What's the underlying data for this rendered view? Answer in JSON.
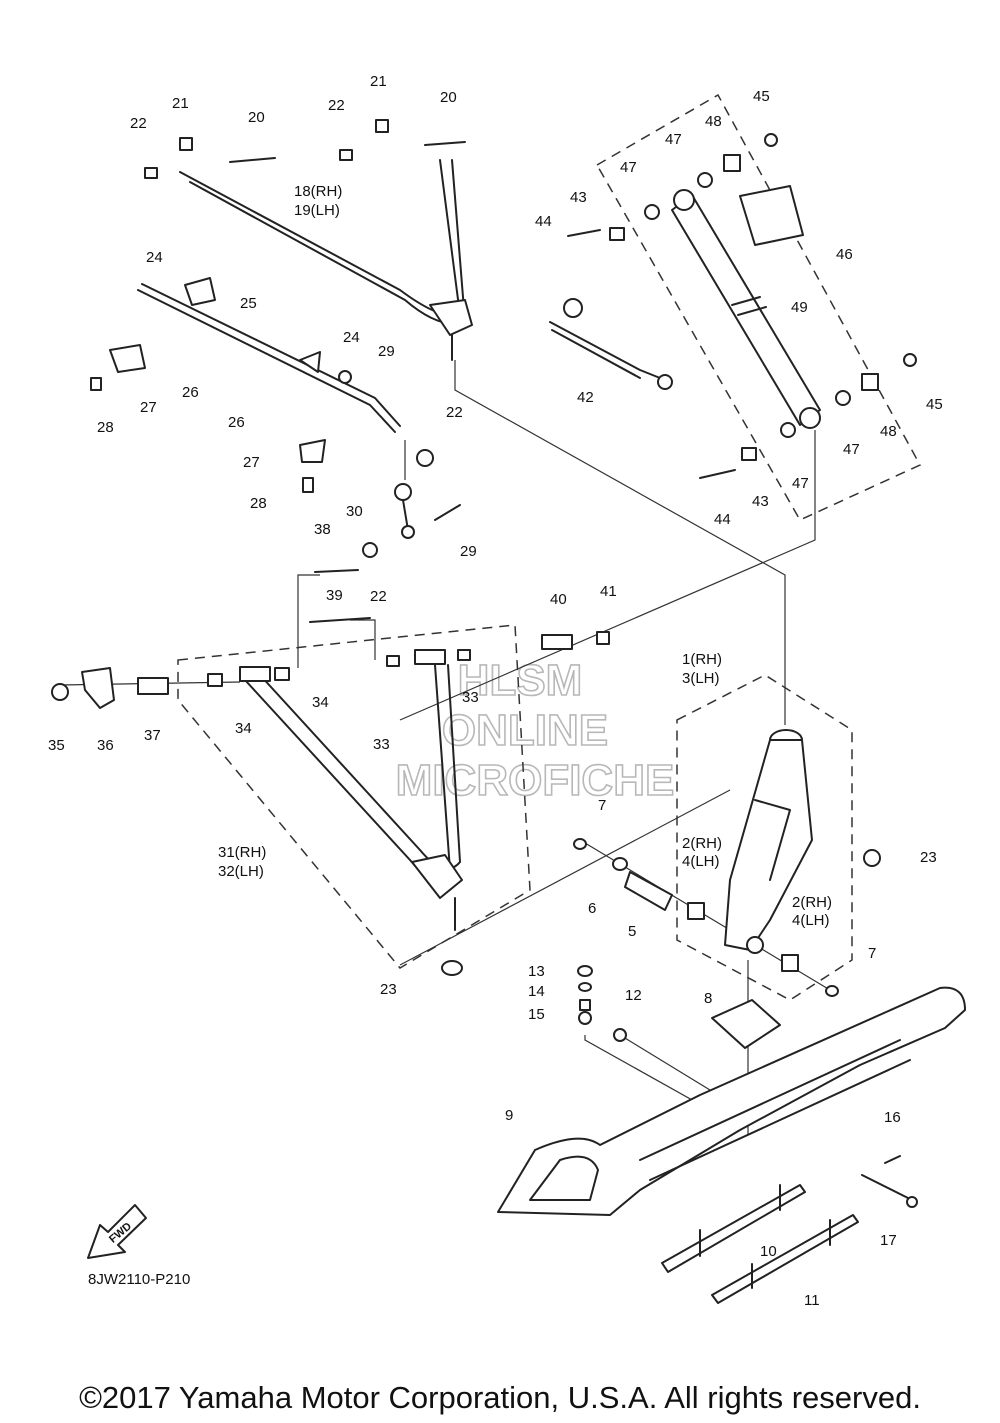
{
  "diagram": {
    "code": "8JW2110-P210",
    "fwd_label": "FWD",
    "watermark": [
      "HLSM",
      "ONLINE",
      "MICROFICHE"
    ],
    "copyright": "©2017 Yamaha Motor Corporation, U.S.A. All rights reserved.",
    "callouts": [
      {
        "id": "c21a",
        "text": "21"
      },
      {
        "id": "c22a",
        "text": "22"
      },
      {
        "id": "c20a",
        "text": "20"
      },
      {
        "id": "c21b",
        "text": "21"
      },
      {
        "id": "c22b",
        "text": "22"
      },
      {
        "id": "c20b",
        "text": "20"
      },
      {
        "id": "c18",
        "text": "18(RH)"
      },
      {
        "id": "c19",
        "text": "19(LH)"
      },
      {
        "id": "c24a",
        "text": "24"
      },
      {
        "id": "c25",
        "text": "25"
      },
      {
        "id": "c26a",
        "text": "26"
      },
      {
        "id": "c27a",
        "text": "27"
      },
      {
        "id": "c28a",
        "text": "28"
      },
      {
        "id": "c24b",
        "text": "24"
      },
      {
        "id": "c29a",
        "text": "29"
      },
      {
        "id": "c26b",
        "text": "26"
      },
      {
        "id": "c22c",
        "text": "22"
      },
      {
        "id": "c27b",
        "text": "27"
      },
      {
        "id": "c28b",
        "text": "28"
      },
      {
        "id": "c30",
        "text": "30"
      },
      {
        "id": "c29b",
        "text": "29"
      },
      {
        "id": "c38",
        "text": "38"
      },
      {
        "id": "c22d",
        "text": "22"
      },
      {
        "id": "c39",
        "text": "39"
      },
      {
        "id": "c40",
        "text": "40"
      },
      {
        "id": "c41",
        "text": "41"
      },
      {
        "id": "c35",
        "text": "35"
      },
      {
        "id": "c36",
        "text": "36"
      },
      {
        "id": "c37",
        "text": "37"
      },
      {
        "id": "c34a",
        "text": "34"
      },
      {
        "id": "c34b",
        "text": "34"
      },
      {
        "id": "c33a",
        "text": "33"
      },
      {
        "id": "c33b",
        "text": "33"
      },
      {
        "id": "c31",
        "text": "31(RH)"
      },
      {
        "id": "c32",
        "text": "32(LH)"
      },
      {
        "id": "c23a",
        "text": "23"
      },
      {
        "id": "c45a",
        "text": "45"
      },
      {
        "id": "c48a",
        "text": "48"
      },
      {
        "id": "c47a",
        "text": "47"
      },
      {
        "id": "c47b",
        "text": "47"
      },
      {
        "id": "c43a",
        "text": "43"
      },
      {
        "id": "c44a",
        "text": "44"
      },
      {
        "id": "c46",
        "text": "46"
      },
      {
        "id": "c49",
        "text": "49"
      },
      {
        "id": "c42",
        "text": "42"
      },
      {
        "id": "c45b",
        "text": "45"
      },
      {
        "id": "c48b",
        "text": "48"
      },
      {
        "id": "c47c",
        "text": "47"
      },
      {
        "id": "c47d",
        "text": "47"
      },
      {
        "id": "c43b",
        "text": "43"
      },
      {
        "id": "c44b",
        "text": "44"
      },
      {
        "id": "c1",
        "text": "1(RH)"
      },
      {
        "id": "c3",
        "text": "3(LH)"
      },
      {
        "id": "c7a",
        "text": "7"
      },
      {
        "id": "c2a",
        "text": "2(RH)"
      },
      {
        "id": "c4a",
        "text": "4(LH)"
      },
      {
        "id": "c23b",
        "text": "23"
      },
      {
        "id": "c6",
        "text": "6"
      },
      {
        "id": "c5",
        "text": "5"
      },
      {
        "id": "c2b",
        "text": "2(RH)"
      },
      {
        "id": "c4b",
        "text": "4(LH)"
      },
      {
        "id": "c7b",
        "text": "7"
      },
      {
        "id": "c13",
        "text": "13"
      },
      {
        "id": "c14",
        "text": "14"
      },
      {
        "id": "c15",
        "text": "15"
      },
      {
        "id": "c12",
        "text": "12"
      },
      {
        "id": "c8",
        "text": "8"
      },
      {
        "id": "c9",
        "text": "9"
      },
      {
        "id": "c16",
        "text": "16"
      },
      {
        "id": "c17",
        "text": "17"
      },
      {
        "id": "c10",
        "text": "10"
      },
      {
        "id": "c11",
        "text": "11"
      }
    ]
  }
}
